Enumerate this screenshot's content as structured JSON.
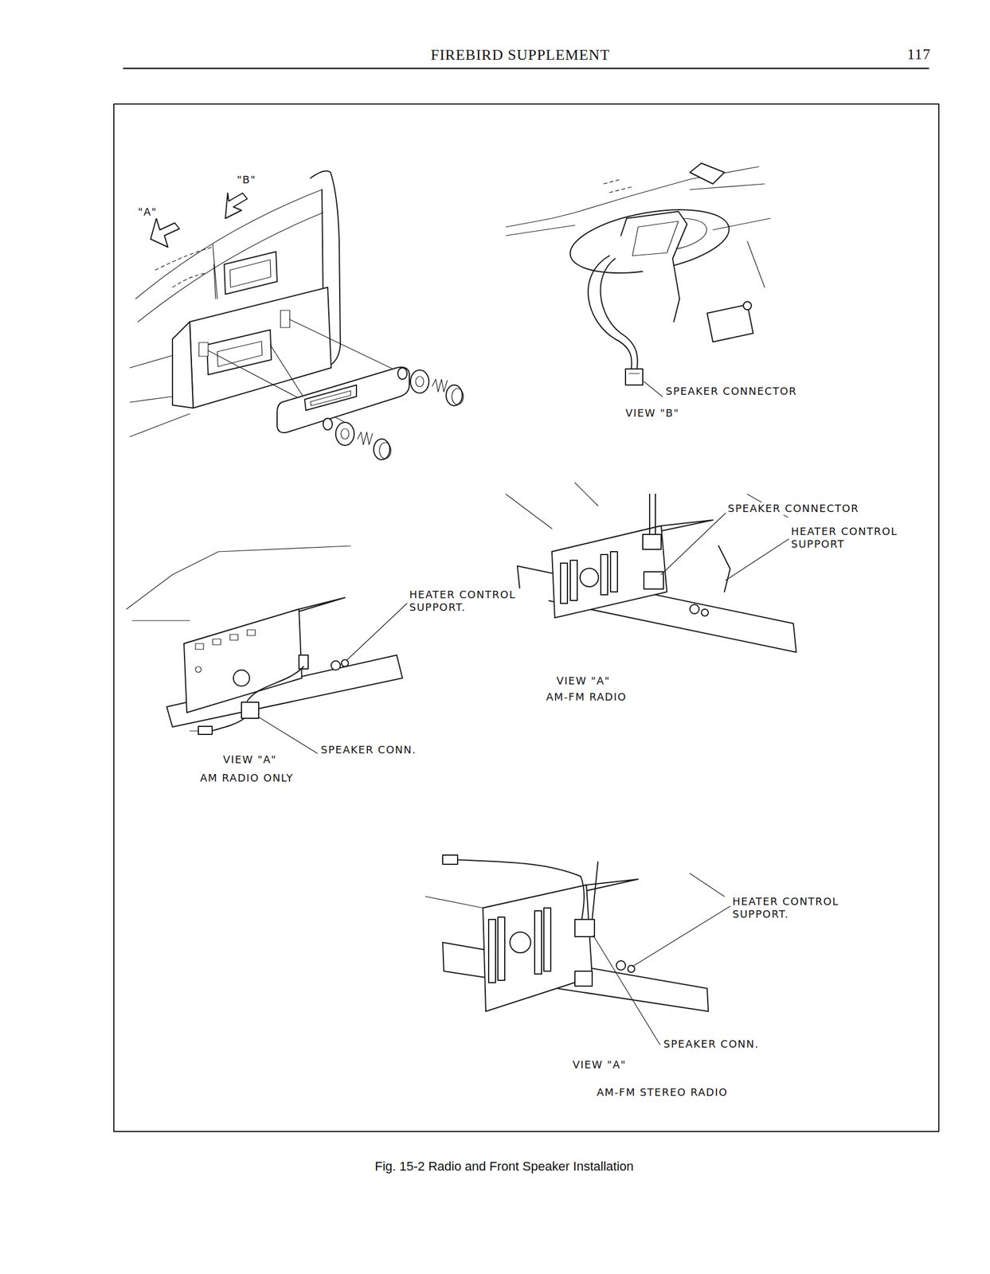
{
  "diagram": {
    "title": "FIREBIRD SUPPLEMENT",
    "caption": "Fig. 15-2 Radio and Front Speaker Installation",
    "labels": [
      "117",
      "\"B\"",
      "\"A\"",
      "SPEAKER CONNECTOR",
      "VIEW \"B\"",
      "SPEAKER CONNECTOR",
      "HEATER CONTROL SUPPORT",
      "HEATER CONTROL SUPPORT.",
      "VIEW \"A\"",
      "AM-FM RADIO",
      "SPEAKER CONN.",
      "VIEW \"A\"",
      "AM RADIO ONLY",
      "HEATER CONTROL SUPPORT.",
      "SPEAKER CONN.",
      "VIEW \"A\"",
      "AM-FM STEREO RADIO"
    ]
  }
}
